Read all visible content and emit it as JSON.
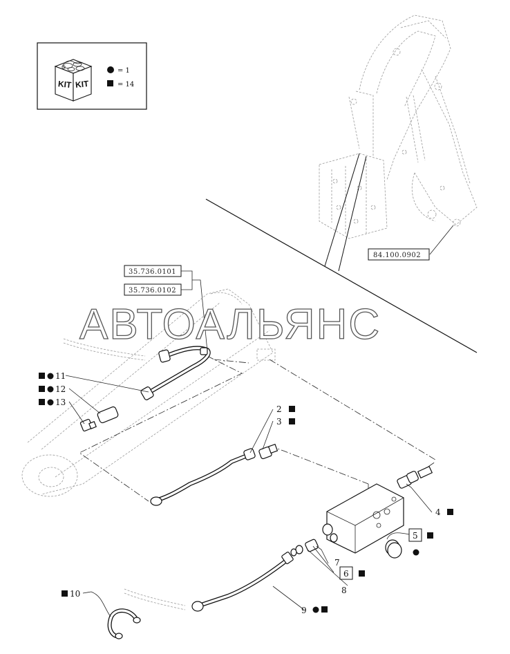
{
  "kit_legend": {
    "kit_word": "KIT",
    "circle_label": "= 1",
    "square_label": "= 14"
  },
  "watermark": "АВТОАЛЬЯНС",
  "refs": {
    "ref_1": "35.736.0101",
    "ref_2": "35.736.0102",
    "ref_3": "84.100.0902"
  },
  "callouts": {
    "c2": "2",
    "c3": "3",
    "c4": "4",
    "c5": "5",
    "c6": "6",
    "c7": "7",
    "c8": "8",
    "c9": "9",
    "c10": "10",
    "c11": "11",
    "c12": "12",
    "c13": "13"
  },
  "marker_colors": {
    "ink": "#111111"
  }
}
